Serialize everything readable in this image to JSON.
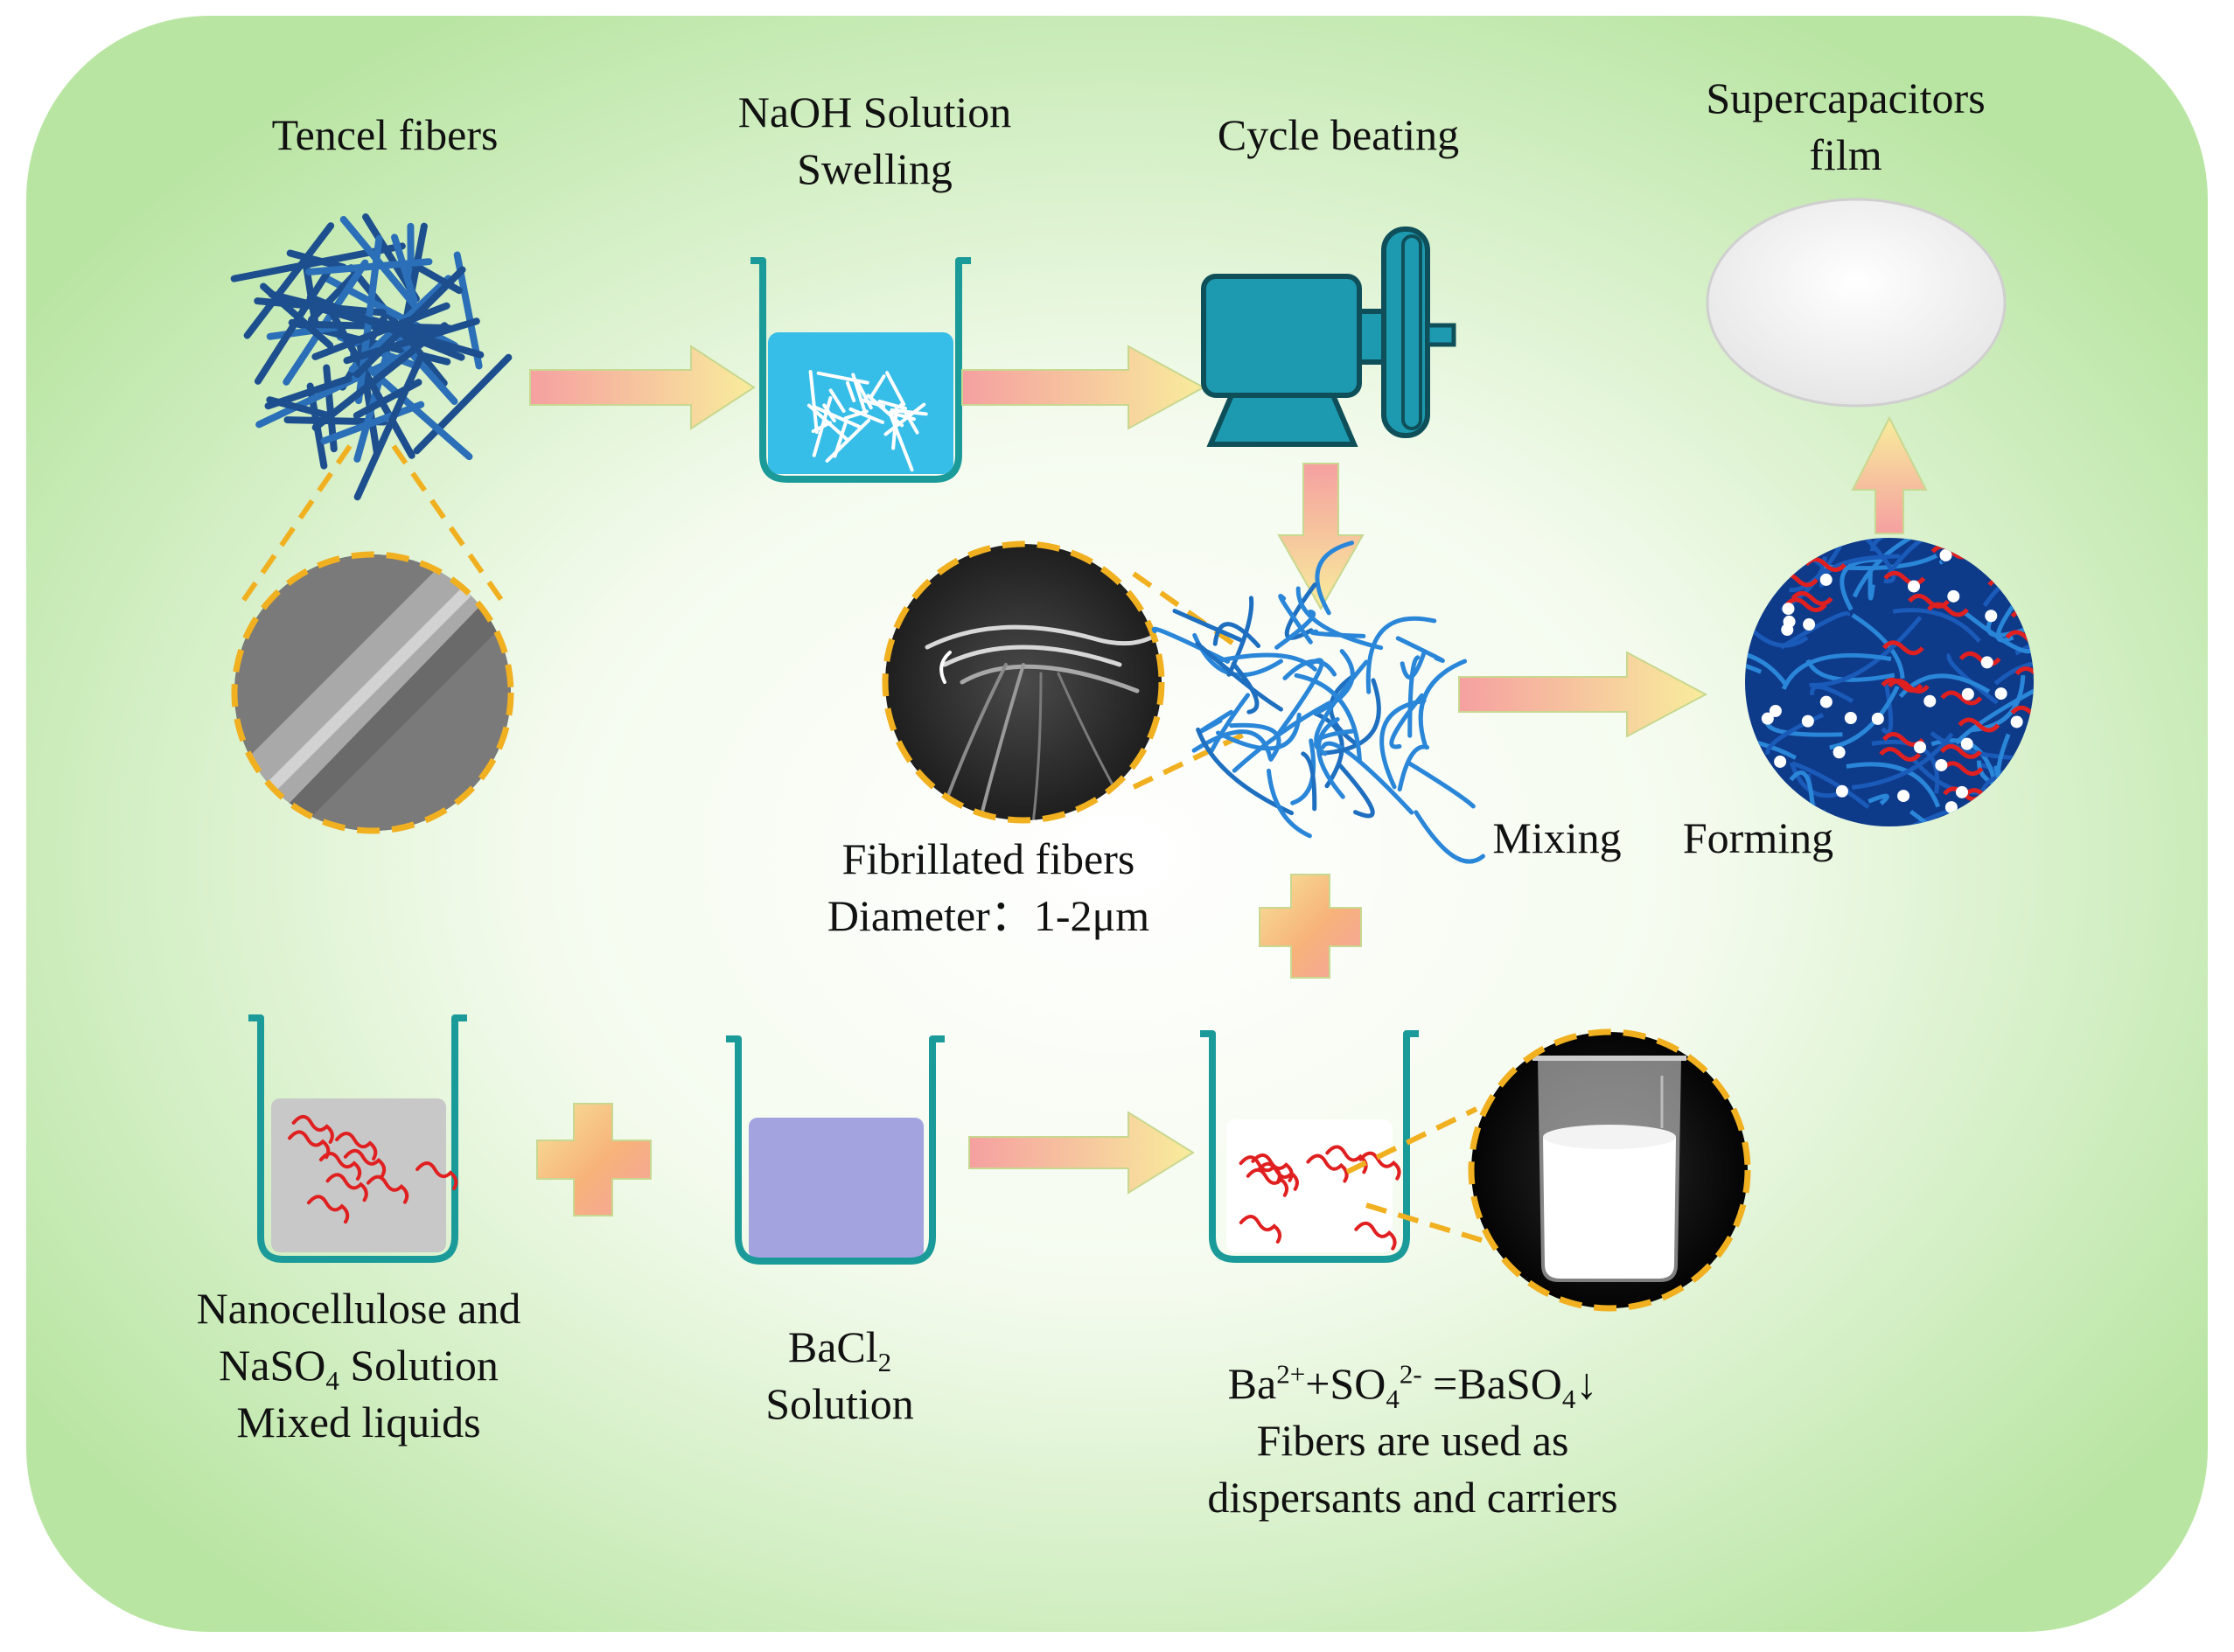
{
  "labels": {
    "tencel": "Tencel fibers",
    "naoh_line1": "NaOH Solution",
    "naoh_line2": "Swelling",
    "beating": "Cycle beating",
    "film_line1": "Supercapacitors",
    "film_line2": "film",
    "fibrillated_line1": "Fibrillated fibers",
    "fibrillated_line2": "Diameter：1-2μm",
    "mixing": "Mixing",
    "forming": "Forming",
    "nano_line1": "Nanocellulose and",
    "nano_line2_pre": "NaSO",
    "nano_line2_sub": "4",
    "nano_line2_post": " Solution",
    "nano_line3": "Mixed liquids",
    "bacl_pre": "BaCl",
    "bacl_sub": "2",
    "bacl_line2": "Solution",
    "eq_ba": "Ba",
    "eq_ba_sup": "2+",
    "eq_plus_so": "+SO",
    "eq_so_sub": "4",
    "eq_so_sup": "2-",
    "eq_eq": " =BaSO",
    "eq_baso_sub": "4",
    "eq_arrow": "↓",
    "carriers_line1": "Fibers are used as",
    "carriers_line2": "dispersants and carriers"
  },
  "colors": {
    "panel_edge": "#b8e4a0",
    "panel_center": "#ffffff",
    "arrow_start": "#f6a6a6",
    "arrow_end": "#f9e8a0",
    "beaker_blue": "#36bde8",
    "beaker_stroke": "#1b9a9a",
    "machine": "#1e9ab0",
    "gray_liquid": "#c8c8c8",
    "purple_liquid": "#a3a3e0",
    "dashed": "#f0b020",
    "dark_fiber": "#1a4a8a",
    "light_fiber": "#2a86d8",
    "red_fiber": "#e02020"
  }
}
